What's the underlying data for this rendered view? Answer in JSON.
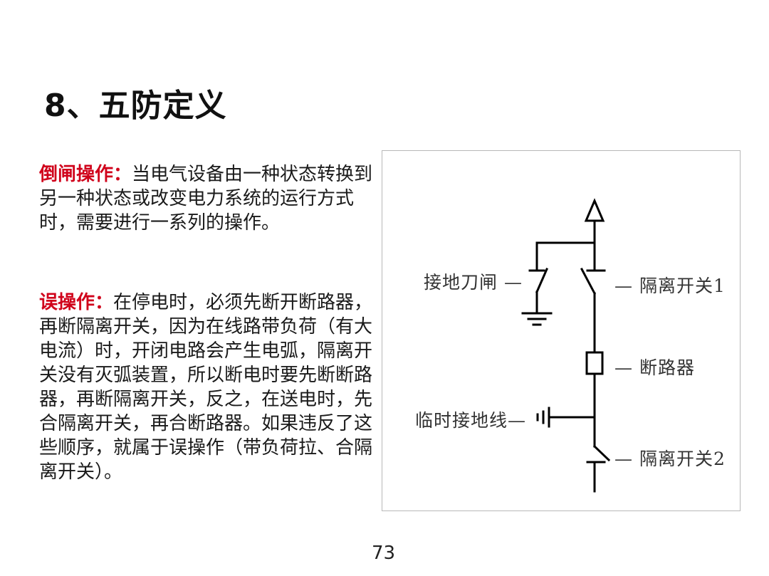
{
  "slide": {
    "title": "8、五防定义",
    "page_number": "73"
  },
  "definitions": [
    {
      "term": "倒闸操作：",
      "text": "当电气设备由一种状态转换到另一种状态或改变电力系统的运行方式时，需要进行一系列的操作。"
    },
    {
      "term": "误操作：",
      "text": "在停电时，必须先断开断路器，再断隔离开关，因为在线路带负荷（有大电流）时，开闭电路会产生电弧，隔离开关没有灭弧装置，所以断电时要先断断路器，再断隔离开关，反之，在送电时，先合隔离开关，再合断路器。如果违反了这些顺序，就属于误操作（带负荷拉、合隔离开关）。"
    }
  ],
  "diagram": {
    "labels": {
      "earth_switch": "接地刀闸 —",
      "isolator1": "— 隔离开关1",
      "breaker": "— 断路器",
      "temp_earth": "临时接地线—",
      "isolator2": "— 隔离开关2"
    }
  },
  "colors": {
    "term": "#d0021b",
    "text": "#1a1a1a",
    "line": "#000000",
    "frame": "#b8b8b8"
  }
}
